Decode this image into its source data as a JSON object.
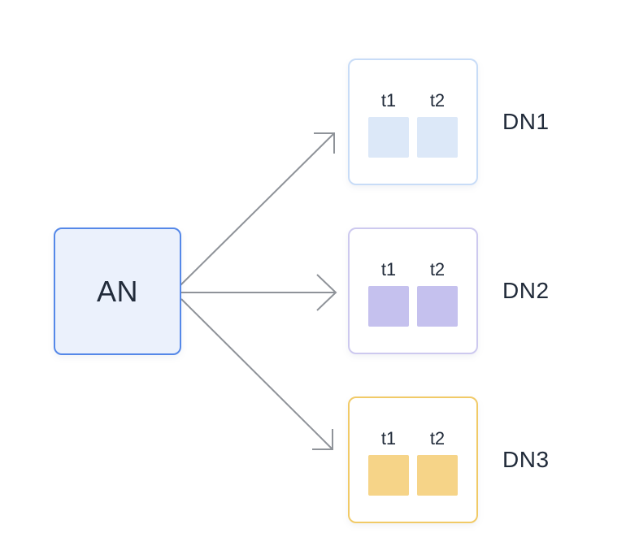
{
  "colors": {
    "arrow": "#8f9399",
    "text": "#212b3a",
    "background": "#ffffff"
  },
  "source": {
    "label": "AN",
    "fill": "#ebf1fc",
    "border": "#5588e8"
  },
  "nodes": [
    {
      "label": "DN1",
      "border": "#c8dcf7",
      "square_fill": "#dce8f8",
      "tables": [
        "t1",
        "t2"
      ]
    },
    {
      "label": "DN2",
      "border": "#cdc9ef",
      "square_fill": "#c5c1ee",
      "tables": [
        "t1",
        "t2"
      ]
    },
    {
      "label": "DN3",
      "border": "#f1ca67",
      "square_fill": "#f6d488",
      "tables": [
        "t1",
        "t2"
      ]
    }
  ]
}
